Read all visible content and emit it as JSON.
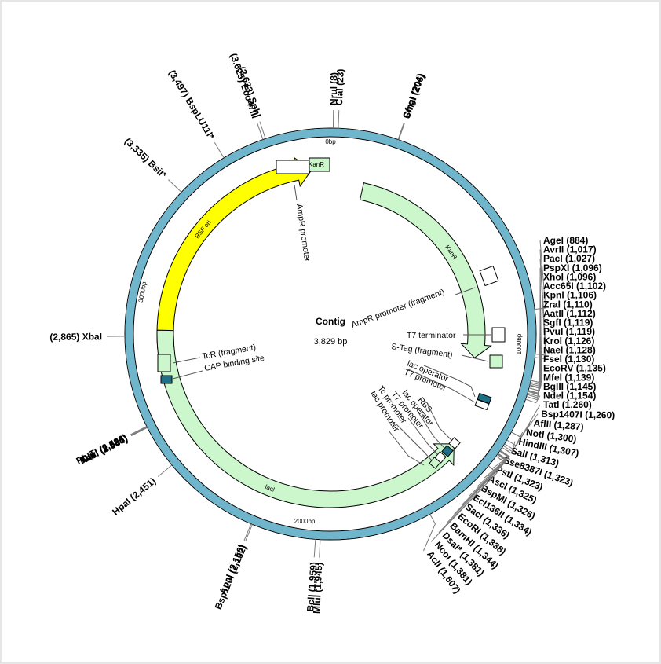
{
  "contig": {
    "name": "Contig",
    "length_label": "3,829 bp",
    "total_bp": 3829
  },
  "ruler": {
    "zero": "0bp",
    "k1": "1000bp",
    "k2": "2000bp",
    "k3": "3000bp"
  },
  "colors": {
    "backbone": "#6fb5cc",
    "kanR": "#ccf7cc",
    "rsf": "#ffff00",
    "lacI": "#ccf7cc",
    "cap": "#1f6f86"
  },
  "features": [
    {
      "label": "KanR",
      "start": 132,
      "end": 1057,
      "color": "#ccf7cc",
      "arrow": "cw",
      "r_in": 175,
      "r_out": 197
    },
    {
      "label": "RSF ori",
      "start": 2820,
      "end": 3760,
      "color": "#ffff00",
      "arrow": "cw",
      "r_in": 200,
      "r_out": 221
    },
    {
      "label": "lacI",
      "start": 1400,
      "end": 2885,
      "color": "#ccf7cc",
      "arrow": "ccw",
      "r_in": 200,
      "r_out": 221
    }
  ],
  "feature_labels": [
    {
      "text": "AmpR promoter",
      "key": "ampr_promoter"
    },
    {
      "text": "AmpR promoter (fragment)",
      "key": "ampr_fragment"
    },
    {
      "text": "T7 terminator",
      "key": "t7_term"
    },
    {
      "text": "S-Tag (fragment)",
      "key": "stag"
    },
    {
      "text": "lac operator",
      "key": "lacop1"
    },
    {
      "text": "T7 promoter",
      "key": "t7prom1"
    },
    {
      "text": "RBS",
      "key": "rbs"
    },
    {
      "text": "lac operator",
      "key": "lacop2"
    },
    {
      "text": "T7 promoter",
      "key": "t7prom2"
    },
    {
      "text": "Tc promoter",
      "key": "tcprom"
    },
    {
      "text": "tac promoter",
      "key": "tacprom"
    },
    {
      "text": "TcR (fragment)",
      "key": "tcr"
    },
    {
      "text": "CAP binding site",
      "key": "cap"
    }
  ],
  "sites": [
    {
      "label": "Nrul (8)",
      "pos": 8
    },
    {
      "label": "Clal (23)",
      "pos": 23
    },
    {
      "label": "CfrgI (204)",
      "pos": 204
    },
    {
      "label": "Smal (206)",
      "pos": 206
    },
    {
      "label": "Agel (884)",
      "pos": 884
    },
    {
      "label": "AvrII (1,017)",
      "pos": 1017
    },
    {
      "label": "Pacl (1,027)",
      "pos": 1027
    },
    {
      "label": "PspXI (1,096)",
      "pos": 1096
    },
    {
      "label": "Xhol (1,096)",
      "pos": 1096
    },
    {
      "label": "Acc65I (1,102)",
      "pos": 1102
    },
    {
      "label": "Kpnl (1,106)",
      "pos": 1106
    },
    {
      "label": "Zral (1,110)",
      "pos": 1110
    },
    {
      "label": "AatII (1,112)",
      "pos": 1112
    },
    {
      "label": "SgfI (1,119)",
      "pos": 1119
    },
    {
      "label": "PvuI (1,119)",
      "pos": 1119
    },
    {
      "label": "Krol (1,126)",
      "pos": 1126
    },
    {
      "label": "Nael (1,128)",
      "pos": 1128
    },
    {
      "label": "Fsel (1,130)",
      "pos": 1130
    },
    {
      "label": "EcoRV (1,135)",
      "pos": 1135
    },
    {
      "label": "Mfel (1,139)",
      "pos": 1139
    },
    {
      "label": "BglII (1,145)",
      "pos": 1145
    },
    {
      "label": "Ndel (1,154)",
      "pos": 1154
    },
    {
      "label": "Tatl (1,260)",
      "pos": 1260
    },
    {
      "label": "Bsp1407I (1,260)",
      "pos": 1260
    },
    {
      "label": "AflII (1,287)",
      "pos": 1287
    },
    {
      "label": "NotI (1,300)",
      "pos": 1300
    },
    {
      "label": "HindIII (1,307)",
      "pos": 1307
    },
    {
      "label": "SalI (1,313)",
      "pos": 1313
    },
    {
      "label": "Sse8387I (1,323)",
      "pos": 1323
    },
    {
      "label": "PstI (1,323)",
      "pos": 1323
    },
    {
      "label": "AscI (1,325)",
      "pos": 1325
    },
    {
      "label": "BspMI (1,326)",
      "pos": 1326
    },
    {
      "label": "Ecl136II (1,334)",
      "pos": 1334
    },
    {
      "label": "SacI (1,336)",
      "pos": 1336
    },
    {
      "label": "EcoRI (1,338)",
      "pos": 1338
    },
    {
      "label": "BamHI (1,344)",
      "pos": 1344
    },
    {
      "label": "DsaI* (1,381)",
      "pos": 1381
    },
    {
      "label": "NcoI (1,381)",
      "pos": 1381
    },
    {
      "label": "AclI (1,607)",
      "pos": 1607
    },
    {
      "label": "MluI (1,945)",
      "pos": 1945
    },
    {
      "label": "BclI (1,959)",
      "pos": 1959
    },
    {
      "label": "Bsp120I (2,152)",
      "pos": 2152
    },
    {
      "label": "ApaI (2,156)",
      "pos": 2156
    },
    {
      "label": "HpaI (2,451)",
      "pos": 2451
    },
    {
      "label": "KasI (2,584)",
      "pos": 2584
    },
    {
      "label": "NarI (2,585)",
      "pos": 2585
    },
    {
      "label": "DinI (2,586)",
      "pos": 2586
    },
    {
      "label": "PluTI (2,588)",
      "pos": 2588
    },
    {
      "label": "(2,865) XbaI",
      "pos": 2865
    },
    {
      "label": "(3,335) BsiI*",
      "pos": 3335
    },
    {
      "label": "(3,497) BspLU11I*",
      "pos": 3497
    },
    {
      "label": "(3,625) Eco47III",
      "pos": 3625
    },
    {
      "label": "(3,633) SphI",
      "pos": 3633
    }
  ]
}
